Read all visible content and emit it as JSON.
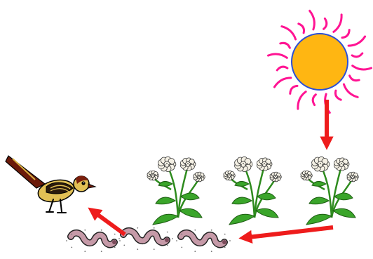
{
  "diagram": {
    "nodes": [
      {
        "id": "sun",
        "icon": "sun-icon"
      },
      {
        "id": "plants",
        "icon": "flowering-plant-icon",
        "count": 3
      },
      {
        "id": "worms",
        "icon": "earthworm-icon",
        "count": 3
      },
      {
        "id": "bird",
        "icon": "bird-icon"
      }
    ],
    "edges": [
      {
        "from": "sun",
        "to": "plants"
      },
      {
        "from": "plants",
        "to": "worms"
      },
      {
        "from": "worms",
        "to": "bird"
      }
    ]
  },
  "colors": {
    "arrow": "#ee1c1c",
    "sun_fill": "#ffb612",
    "sun_outline": "#2b4fd6",
    "sun_rays": "#ff1493",
    "stem": "#2e8b1e",
    "leaf": "#3aa52a",
    "flower": "#f4f0e4",
    "worm": "#c69aa8",
    "bird_body": "#e2c055",
    "bird_head": "#7a1f0c",
    "bird_tail": "#6b1a0a"
  }
}
